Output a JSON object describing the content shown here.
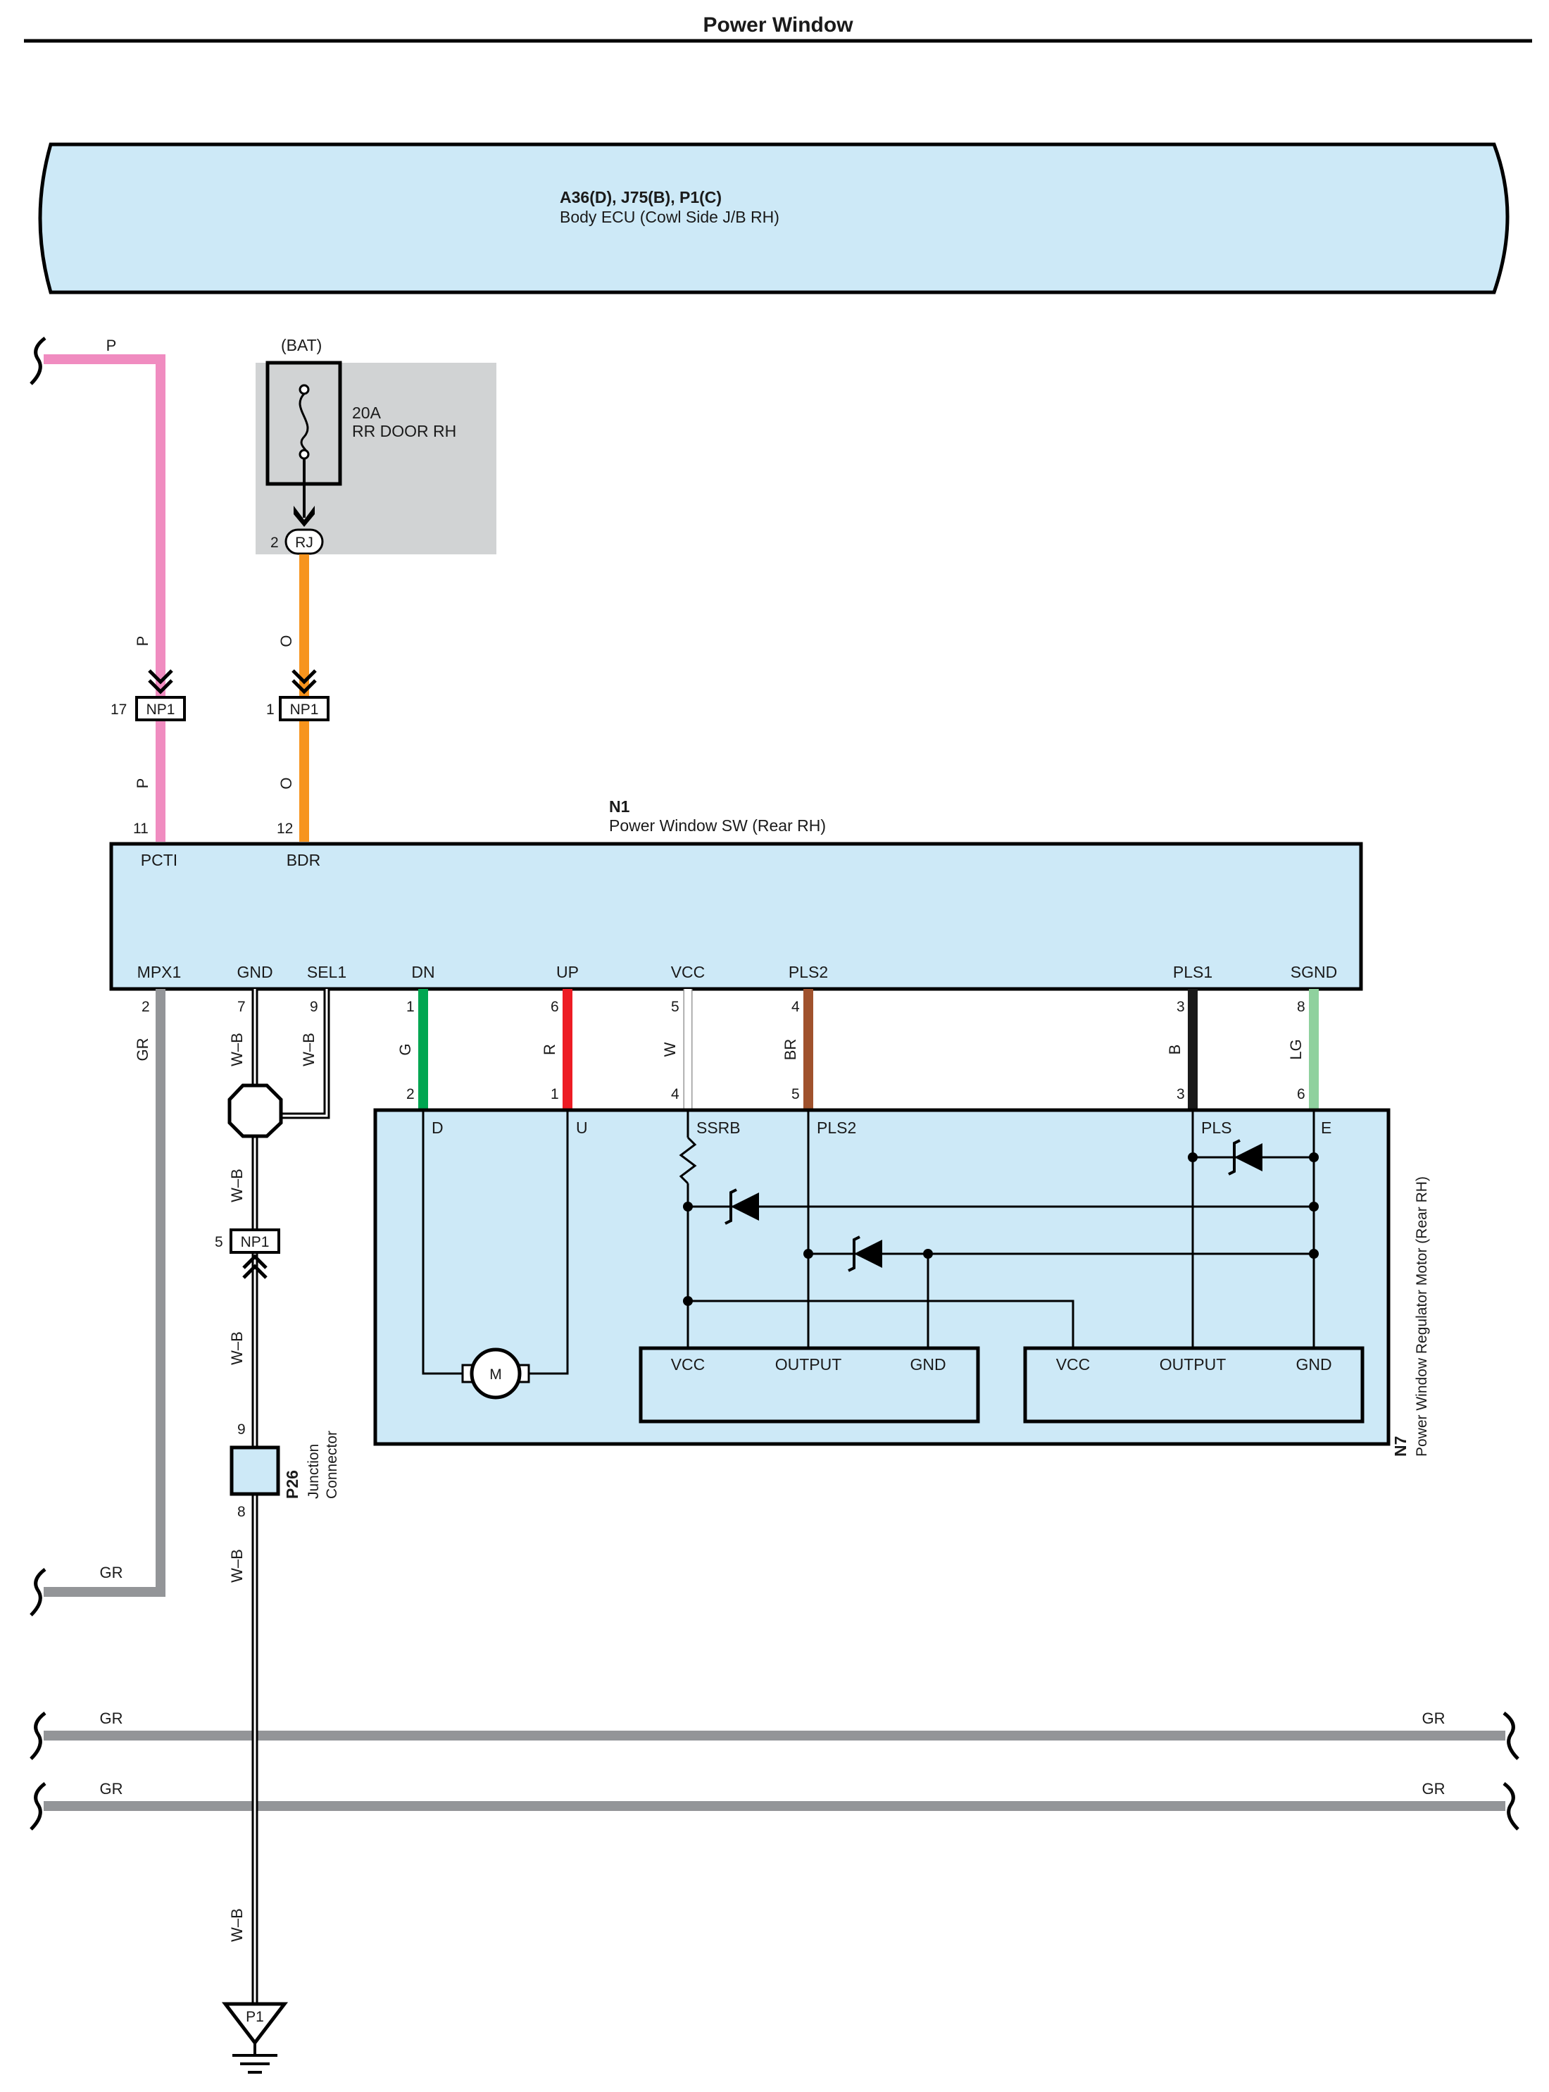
{
  "page": {
    "title": "Power Window"
  },
  "ecu": {
    "codes": "A36(D), J75(B), P1(C)",
    "name": "Body ECU (Cowl Side J/B RH)"
  },
  "fuse": {
    "source": "(BAT)",
    "rating": "20A",
    "name": "RR DOOR RH",
    "pin": "2",
    "connector": "RJ"
  },
  "switch": {
    "code": "N1",
    "name": "Power Window SW (Rear RH)",
    "top_terminals": [
      {
        "name": "PCTI",
        "pin": "11"
      },
      {
        "name": "BDR",
        "pin": "12"
      }
    ],
    "bottom_terminals": [
      {
        "name": "MPX1",
        "pin": "2"
      },
      {
        "name": "GND",
        "pin": "7"
      },
      {
        "name": "SEL1",
        "pin": "9"
      },
      {
        "name": "DN",
        "pin": "1"
      },
      {
        "name": "UP",
        "pin": "6"
      },
      {
        "name": "VCC",
        "pin": "5"
      },
      {
        "name": "PLS2",
        "pin": "4"
      },
      {
        "name": "PLS1",
        "pin": "3"
      },
      {
        "name": "SGND",
        "pin": "8"
      }
    ]
  },
  "motor": {
    "code": "N7",
    "name": "Power Window Regulator Motor (Rear RH)",
    "terminals": [
      {
        "name": "D",
        "pin": "2"
      },
      {
        "name": "U",
        "pin": "1"
      },
      {
        "name": "SSRB",
        "pin": "4"
      },
      {
        "name": "PLS2",
        "pin": "5"
      },
      {
        "name": "PLS",
        "pin": "3"
      },
      {
        "name": "E",
        "pin": "6"
      }
    ],
    "motor_symbol": "M",
    "sensor1": {
      "vcc": "VCC",
      "output": "OUTPUT",
      "gnd": "GND"
    },
    "sensor2": {
      "vcc": "VCC",
      "output": "OUTPUT",
      "gnd": "GND"
    }
  },
  "connectors": {
    "np1_p": {
      "label": "NP1",
      "pin": "17"
    },
    "np1_o": {
      "label": "NP1",
      "pin": "1"
    },
    "np1_gnd": {
      "label": "NP1",
      "pin": "5"
    }
  },
  "junction": {
    "code": "P26",
    "name_line1": "Junction",
    "name_line2": "Connector",
    "pin_top": "9",
    "pin_bottom": "8"
  },
  "ground": {
    "label": "P1"
  },
  "wire_colors": {
    "P": "#f08cc0",
    "O": "#f7941d",
    "GR": "#939598",
    "G": "#00a651",
    "R": "#ed1c24",
    "W": "#ffffff",
    "BR": "#a0522d",
    "B": "#1a1a1a",
    "LG": "#8fd19e",
    "WB": "#1a1a1a"
  },
  "wires": {
    "p_top": "P",
    "p_mid": "P",
    "p_low": "P",
    "o_mid": "O",
    "o_low": "O",
    "gr_mpx": "GR",
    "gr_bottom": "GR",
    "wb_gnd": "W–B",
    "wb_sel": "W–B",
    "wb_mid": "W–B",
    "wb_low": "W–B",
    "wb_low2": "W–B",
    "wb_ground": "W–B",
    "g_dn": "G",
    "r_up": "R",
    "w_vcc": "W",
    "br_pls2": "BR",
    "b_pls1": "B",
    "lg_sgnd": "LG",
    "bus1_left": "GR",
    "bus1_right": "GR",
    "bus2_left": "GR",
    "bus2_right": "GR"
  },
  "colors": {
    "box_fill": "#cde9f7",
    "fuse_box_fill": "#d1d3d4"
  }
}
